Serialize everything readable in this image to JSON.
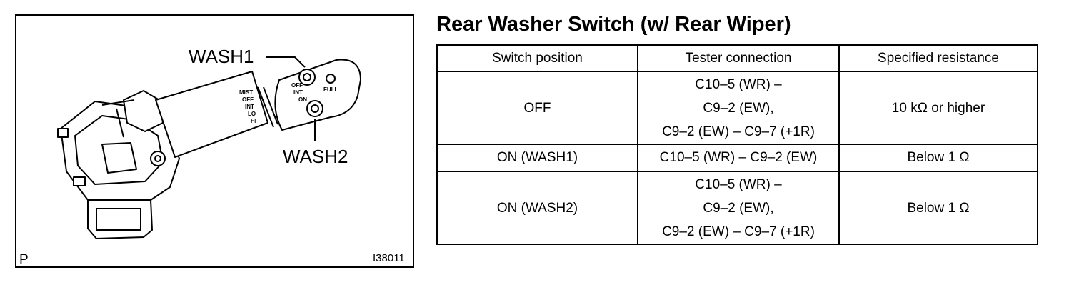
{
  "figure": {
    "callouts": {
      "wash1": "WASH1",
      "wash2": "WASH2"
    },
    "corner_label": "P",
    "figure_code": "I38011",
    "stalk_markings": [
      "MIST",
      "OFF",
      "INT",
      "LO",
      "HI"
    ],
    "knob_markings": [
      "OFF",
      "INT",
      "ON",
      "FULL"
    ]
  },
  "title": "Rear Washer Switch (w/ Rear Wiper)",
  "table": {
    "headers": [
      "Switch position",
      "Tester connection",
      "Specified resistance"
    ],
    "rows": [
      {
        "position": "OFF",
        "connection": [
          "C10–5 (WR) –",
          "C9–2 (EW),",
          "C9–2 (EW) – C9–7 (+1R)"
        ],
        "resistance": "10 kΩ or higher"
      },
      {
        "position": "ON (WASH1)",
        "connection": [
          "C10–5 (WR) – C9–2 (EW)"
        ],
        "resistance": "Below 1 Ω"
      },
      {
        "position": "ON (WASH2)",
        "connection": [
          "C10–5 (WR) –",
          "C9–2 (EW),",
          "C9–2 (EW) – C9–7 (+1R)"
        ],
        "resistance": "Below 1 Ω"
      }
    ]
  }
}
